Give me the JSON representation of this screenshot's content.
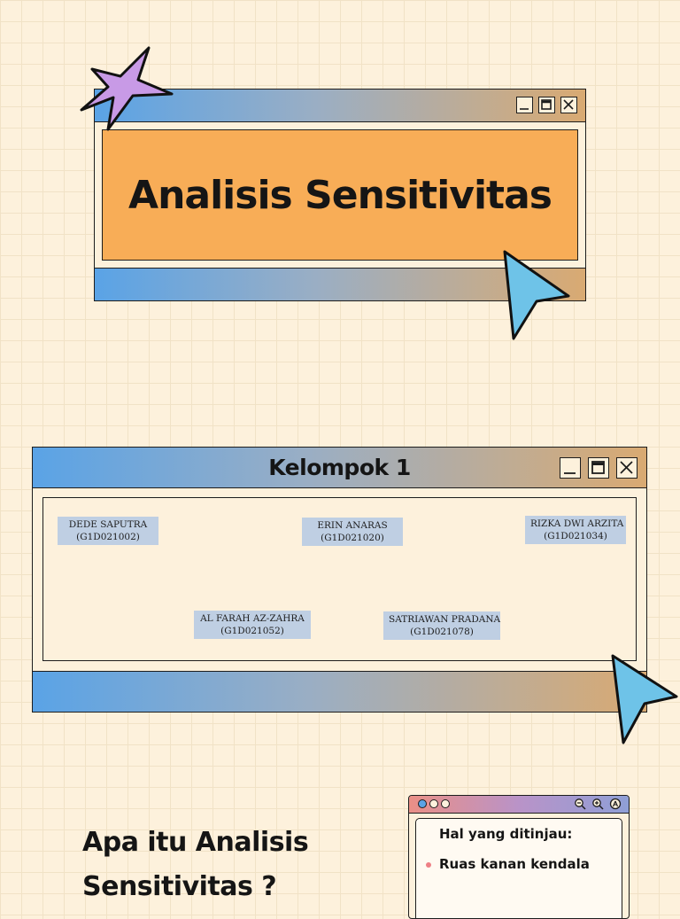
{
  "title_window": {
    "title": "Analisis Sensitivitas"
  },
  "group_window": {
    "title": "Kelompok 1",
    "members": [
      {
        "name": "DEDE SAPUTRA",
        "id": "(G1D021002)"
      },
      {
        "name": "ERIN ANARAS",
        "id": "(G1D021020)"
      },
      {
        "name": "RIZKA DWI ARZITA",
        "id": "(G1D021034)"
      },
      {
        "name": "AL FARAH AZ-ZAHRA",
        "id": "(G1D021052)"
      },
      {
        "name": "SATRIAWAN PRADANA",
        "id": "(G1D021078)"
      }
    ]
  },
  "question": {
    "line1": "Apa itu Analisis",
    "line2": "Sensitivitas ?"
  },
  "browser_window": {
    "heading": "Hal yang ditinjau:",
    "items": [
      "Ruas kanan kendala"
    ]
  },
  "colors": {
    "background": "#fdf1dc",
    "title_panel": "#f8ad57",
    "member_badge": "#bfcfe3",
    "cursor": "#6ec3e8",
    "star": "#c89ae6",
    "bullet": "#ee7f85"
  },
  "icons": [
    "sparkle-star-icon",
    "cursor-arrow-icon",
    "minimize-icon",
    "maximize-icon",
    "close-icon",
    "zoom-out-icon",
    "zoom-in-icon",
    "accessibility-icon"
  ]
}
